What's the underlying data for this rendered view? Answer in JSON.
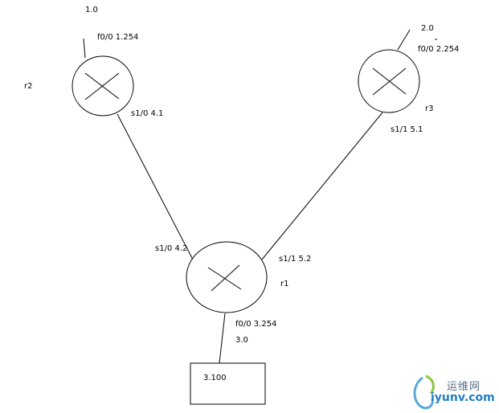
{
  "routers": {
    "r2": {
      "name": "r2",
      "f0": "f0/0 1.254",
      "s": "s1/0  4.1",
      "net": "1.0"
    },
    "r3": {
      "name": "r3",
      "f0": "f0/0 2.254",
      "s": "s1/1 5.1",
      "net": "2.0"
    },
    "r1": {
      "name": "r1",
      "s10": "s1/0 4.2",
      "s11": "s1/1 5.2",
      "f0": "f0/0 3.254",
      "net": "3.0"
    }
  },
  "host": {
    "label": "3.100"
  },
  "watermark": {
    "cn": "运维网",
    "en": "iyunv.com"
  },
  "colors": {
    "line": "#000000",
    "background": "#ffffff",
    "watermark_blue": "#1f7fc4"
  }
}
